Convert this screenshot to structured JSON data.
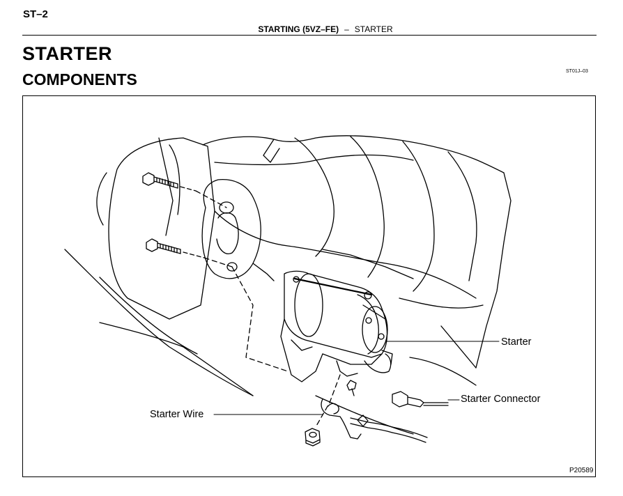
{
  "header": {
    "page_code": "ST–2",
    "section": "STARTING (5VZ–FE)",
    "separator": "–",
    "subject": "STARTER"
  },
  "page": {
    "title": "STARTER",
    "subtitle": "COMPONENTS",
    "doc_code": "ST01J–03"
  },
  "figure": {
    "callouts": {
      "starter": "Starter",
      "starter_connector": "Starter Connector",
      "starter_wire": "Starter Wire"
    },
    "figure_number": "P20589"
  }
}
